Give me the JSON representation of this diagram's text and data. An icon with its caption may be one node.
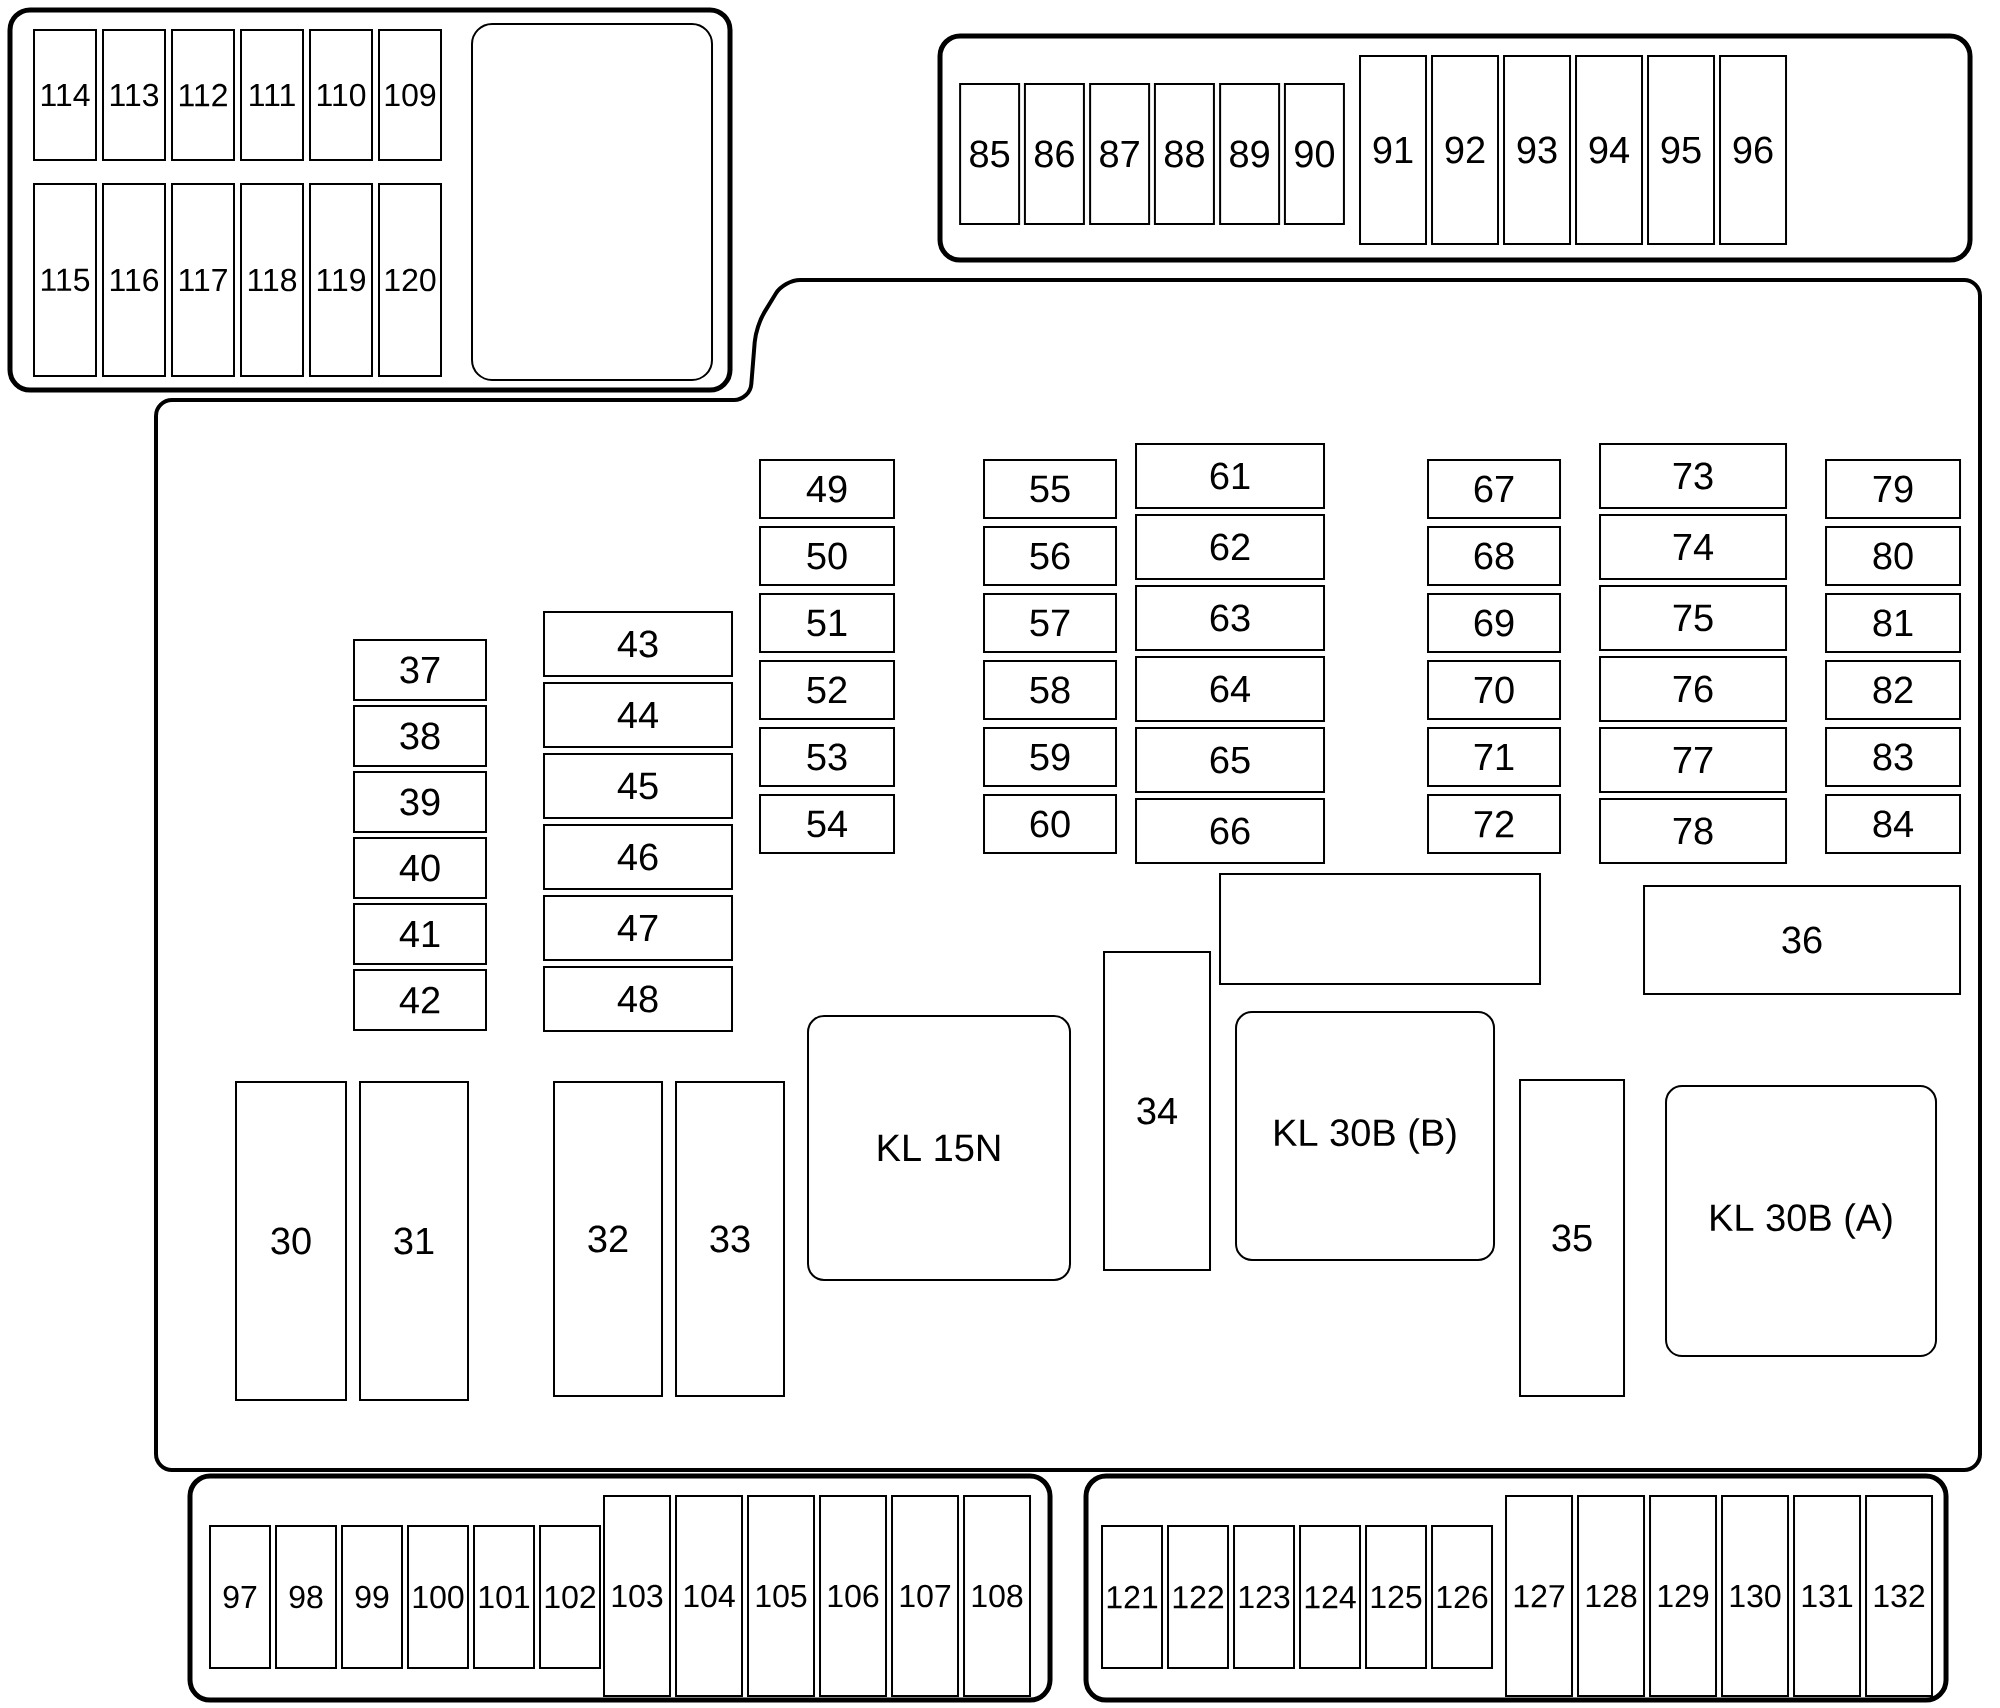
{
  "diagram": {
    "nodes": [
      {
        "text": [],
        "shape": "box"
      },
      {
        "text": [
          "114"
        ],
        "in": 0
      },
      {
        "text": [
          "113"
        ],
        "in": 0
      },
      {
        "text": [
          "112"
        ],
        "in": 0
      },
      {
        "text": [
          "111"
        ],
        "in": 0
      },
      {
        "text": [
          "110"
        ],
        "in": 0
      },
      {
        "text": [
          "109"
        ],
        "in": 0
      },
      {
        "text": [
          "115"
        ],
        "in": 0
      },
      {
        "text": [
          "116"
        ],
        "in": 0
      },
      {
        "text": [
          "117"
        ],
        "in": 0
      },
      {
        "text": [
          "118"
        ],
        "in": 0
      },
      {
        "text": [
          "119"
        ],
        "in": 0
      },
      {
        "text": [
          "120"
        ],
        "in": 0
      },
      {
        "text": [],
        "shape": "box",
        "in": 0
      },
      {
        "text": [],
        "shape": "box"
      },
      {
        "text": [
          "85"
        ],
        "in": 14
      },
      {
        "text": [
          "86"
        ],
        "in": 14
      },
      {
        "text": [
          "87"
        ],
        "in": 14
      },
      {
        "text": [
          "88"
        ],
        "in": 14
      },
      {
        "text": [
          "89"
        ],
        "in": 14
      },
      {
        "text": [
          "90"
        ],
        "in": 14
      },
      {
        "text": [
          "91"
        ],
        "in": 14
      },
      {
        "text": [
          "92"
        ],
        "in": 14
      },
      {
        "text": [
          "93"
        ],
        "in": 14
      },
      {
        "text": [
          "94"
        ],
        "in": 14
      },
      {
        "text": [
          "95"
        ],
        "in": 14
      },
      {
        "text": [
          "96"
        ],
        "in": 14
      },
      {
        "text": [],
        "shape": "box"
      },
      {
        "text": [
          "30"
        ],
        "in": 27
      },
      {
        "text": [
          "31"
        ],
        "in": 27
      },
      {
        "text": [
          "32"
        ],
        "in": 27
      },
      {
        "text": [
          "33"
        ],
        "in": 27
      },
      {
        "text": [
          "34"
        ],
        "in": 27
      },
      {
        "text": [
          "35"
        ],
        "in": 27
      },
      {
        "text": [
          "36"
        ],
        "in": 27
      },
      {
        "text": [
          "37"
        ],
        "in": 27
      },
      {
        "text": [
          "38"
        ],
        "in": 27
      },
      {
        "text": [
          "39"
        ],
        "in": 27
      },
      {
        "text": [
          "40"
        ],
        "in": 27
      },
      {
        "text": [
          "41"
        ],
        "in": 27
      },
      {
        "text": [
          "42"
        ],
        "in": 27
      },
      {
        "text": [
          "43"
        ],
        "in": 27
      },
      {
        "text": [
          "44"
        ],
        "in": 27
      },
      {
        "text": [
          "45"
        ],
        "in": 27
      },
      {
        "text": [
          "46"
        ],
        "in": 27
      },
      {
        "text": [
          "47"
        ],
        "in": 27
      },
      {
        "text": [
          "48"
        ],
        "in": 27
      },
      {
        "text": [
          "49"
        ],
        "in": 27
      },
      {
        "text": [
          "50"
        ],
        "in": 27
      },
      {
        "text": [
          "51"
        ],
        "in": 27
      },
      {
        "text": [
          "52"
        ],
        "in": 27
      },
      {
        "text": [
          "53"
        ],
        "in": 27
      },
      {
        "text": [
          "54"
        ],
        "in": 27
      },
      {
        "text": [
          "55"
        ],
        "in": 27
      },
      {
        "text": [
          "56"
        ],
        "in": 27
      },
      {
        "text": [
          "57"
        ],
        "in": 27
      },
      {
        "text": [
          "58"
        ],
        "in": 27
      },
      {
        "text": [
          "59"
        ],
        "in": 27
      },
      {
        "text": [
          "60"
        ],
        "in": 27
      },
      {
        "text": [
          "61"
        ],
        "in": 27
      },
      {
        "text": [
          "62"
        ],
        "in": 27
      },
      {
        "text": [
          "63"
        ],
        "in": 27
      },
      {
        "text": [
          "64"
        ],
        "in": 27
      },
      {
        "text": [
          "65"
        ],
        "in": 27
      },
      {
        "text": [
          "66"
        ],
        "in": 27
      },
      {
        "text": [
          "67"
        ],
        "in": 27
      },
      {
        "text": [
          "68"
        ],
        "in": 27
      },
      {
        "text": [
          "69"
        ],
        "in": 27
      },
      {
        "text": [
          "70"
        ],
        "in": 27
      },
      {
        "text": [
          "71"
        ],
        "in": 27
      },
      {
        "text": [
          "72"
        ],
        "in": 27
      },
      {
        "text": [
          "73"
        ],
        "in": 27
      },
      {
        "text": [
          "74"
        ],
        "in": 27
      },
      {
        "text": [
          "75"
        ],
        "in": 27
      },
      {
        "text": [
          "76"
        ],
        "in": 27
      },
      {
        "text": [
          "77"
        ],
        "in": 27
      },
      {
        "text": [
          "78"
        ],
        "in": 27
      },
      {
        "text": [
          "79"
        ],
        "in": 27
      },
      {
        "text": [
          "80"
        ],
        "in": 27
      },
      {
        "text": [
          "81"
        ],
        "in": 27
      },
      {
        "text": [
          "82"
        ],
        "in": 27
      },
      {
        "text": [
          "83"
        ],
        "in": 27
      },
      {
        "text": [
          "84"
        ],
        "in": 27
      },
      {
        "text": [
          "KL 15N"
        ],
        "in": 27
      },
      {
        "text": [
          "KL 30B (B)"
        ],
        "in": 27
      },
      {
        "text": [
          "KL 30B (A)"
        ],
        "in": 27
      },
      {
        "text": [],
        "shape": "box",
        "in": 27
      },
      {
        "text": [],
        "shape": "box"
      },
      {
        "text": [
          "97"
        ],
        "in": 87
      },
      {
        "text": [
          "98"
        ],
        "in": 87
      },
      {
        "text": [
          "99"
        ],
        "in": 87
      },
      {
        "text": [
          "100"
        ],
        "in": 87
      },
      {
        "text": [
          "101"
        ],
        "in": 87
      },
      {
        "text": [
          "102"
        ],
        "in": 87
      },
      {
        "text": [
          "103"
        ],
        "in": 87
      },
      {
        "text": [
          "104"
        ],
        "in": 87
      },
      {
        "text": [
          "105"
        ],
        "in": 87
      },
      {
        "text": [
          "106"
        ],
        "in": 87
      },
      {
        "text": [
          "107"
        ],
        "in": 87
      },
      {
        "text": [
          "108"
        ],
        "in": 87
      },
      {
        "text": [],
        "shape": "box"
      },
      {
        "text": [
          "121"
        ],
        "in": 100
      },
      {
        "text": [
          "122"
        ],
        "in": 100
      },
      {
        "text": [
          "123"
        ],
        "in": 100
      },
      {
        "text": [
          "124"
        ],
        "in": 100
      },
      {
        "text": [
          "125"
        ],
        "in": 100
      },
      {
        "text": [
          "126"
        ],
        "in": 100
      },
      {
        "text": [
          "127"
        ],
        "in": 100
      },
      {
        "text": [
          "128"
        ],
        "in": 100
      },
      {
        "text": [
          "129"
        ],
        "in": 100
      },
      {
        "text": [
          "130"
        ],
        "in": 100
      },
      {
        "text": [
          "131"
        ],
        "in": 100
      },
      {
        "text": [
          "132"
        ],
        "in": 100
      }
    ]
  }
}
